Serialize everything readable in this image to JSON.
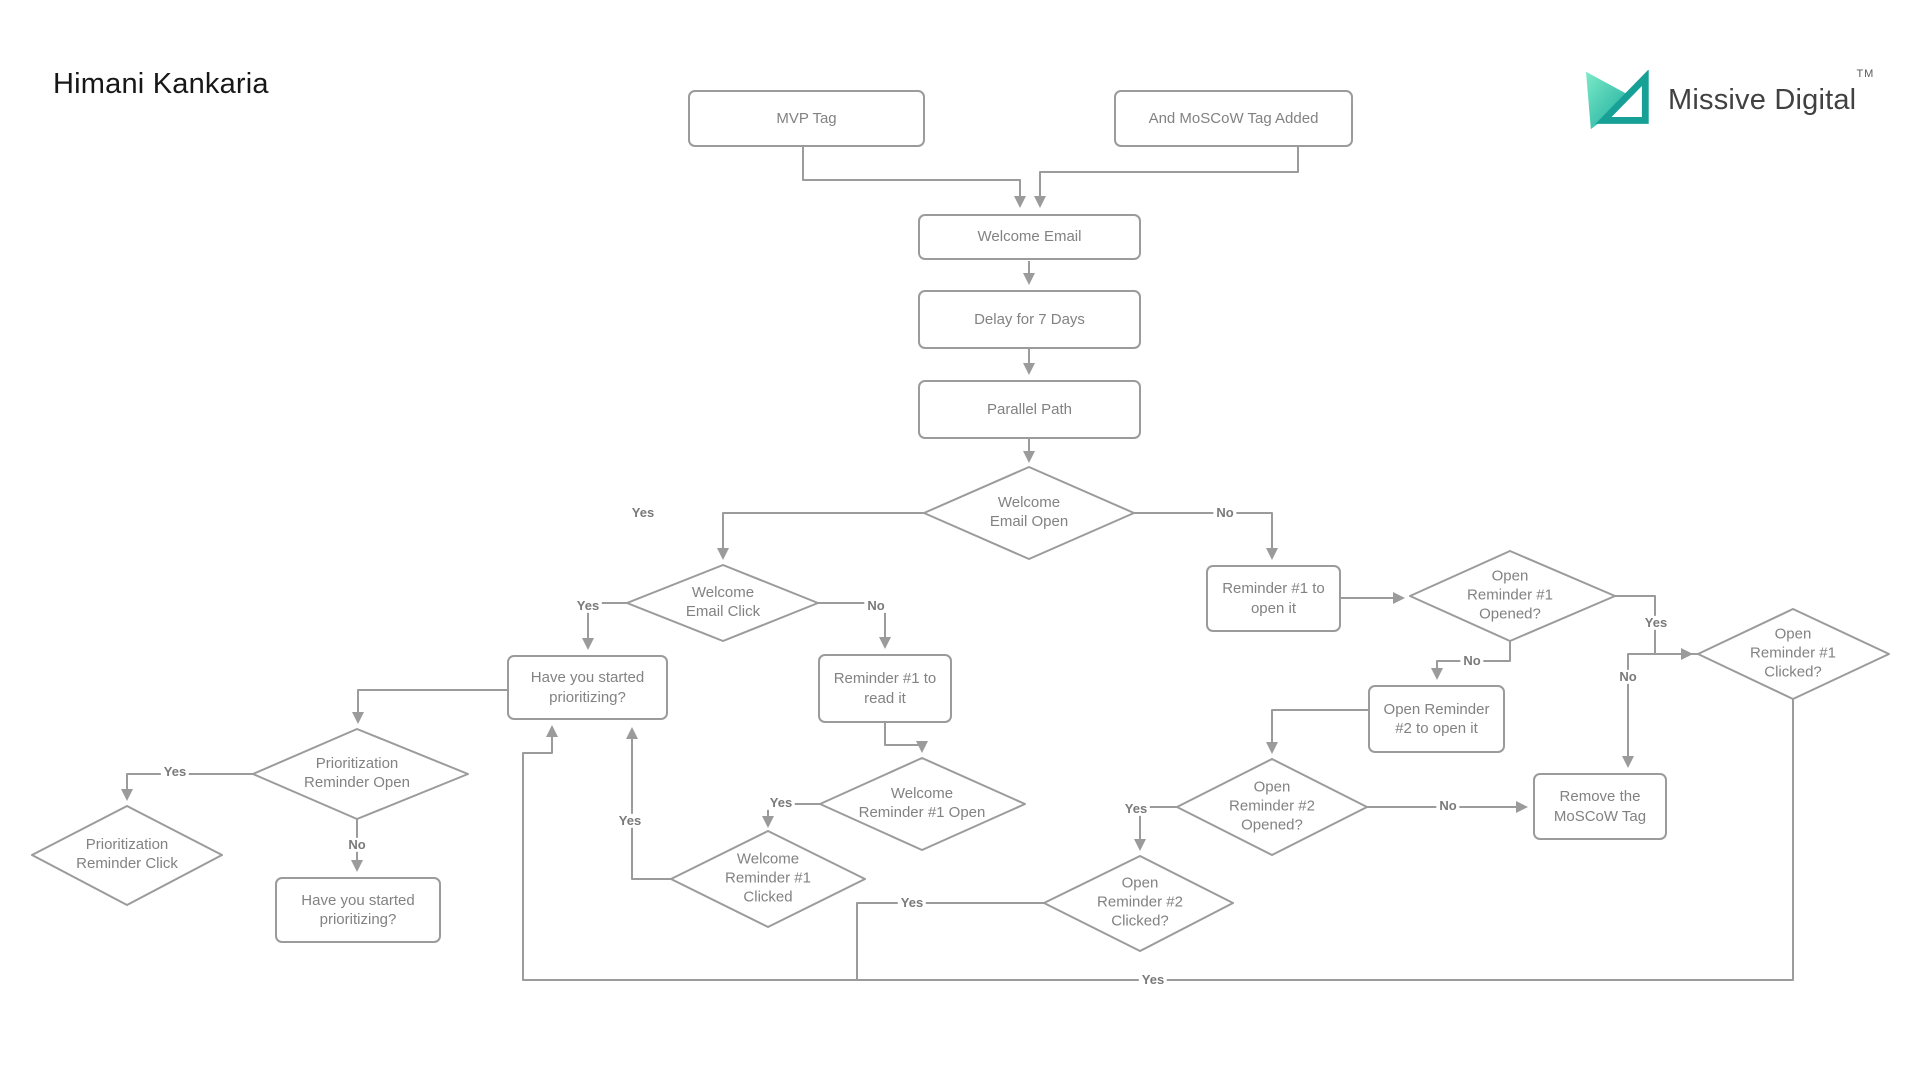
{
  "page": {
    "title": "Himani Kankaria"
  },
  "brand": {
    "name": "Missive Digital",
    "trademark": "TM",
    "colors": {
      "logo_gradient_start": "#7ceac7",
      "logo_gradient_end": "#14a79b",
      "logo_outline": "#17a095"
    }
  },
  "flowchart": {
    "line_color": "#9b9b9b",
    "nodes": {
      "mvp_tag": {
        "label": "MVP Tag"
      },
      "moscow_tag": {
        "label": "And MoSCoW Tag Added"
      },
      "welcome_email": {
        "label": "Welcome Email"
      },
      "delay_7_days": {
        "label": "Delay for 7 Days"
      },
      "parallel_path": {
        "label": "Parallel Path"
      },
      "welcome_email_open": {
        "label": "Welcome\nEmail Open"
      },
      "welcome_email_click": {
        "label": "Welcome\nEmail Click"
      },
      "have_you_started_1": {
        "label": "Have you started\nprioritizing?"
      },
      "reminder1_read": {
        "label": "Reminder #1 to\nread it"
      },
      "prioritization_reminder_open": {
        "label": "Prioritization\nReminder Open"
      },
      "prioritization_reminder_click": {
        "label": "Prioritization\nReminder Click"
      },
      "have_you_started_2": {
        "label": "Have you started\nprioritizing?"
      },
      "welcome_reminder1_open": {
        "label": "Welcome\nReminder #1 Open"
      },
      "welcome_reminder1_clicked": {
        "label": "Welcome\nReminder #1\nClicked"
      },
      "reminder1_open_box": {
        "label": "Reminder #1 to\nopen it"
      },
      "open_reminder1_opened": {
        "label": "Open\nReminder #1\nOpened?"
      },
      "open_reminder1_clicked": {
        "label": "Open\nReminder #1\nClicked?"
      },
      "open_reminder2_box": {
        "label": "Open Reminder\n#2 to open it"
      },
      "open_reminder2_opened": {
        "label": "Open\nReminder #2\nOpened?"
      },
      "open_reminder2_clicked": {
        "label": "Open\nReminder #2\nClicked?"
      },
      "remove_moscow": {
        "label": "Remove the\nMoSCoW Tag"
      }
    },
    "edge_labels": {
      "weo_yes": "Yes",
      "weo_no": "No",
      "wec_yes": "Yes",
      "wec_no": "No",
      "pro_yes": "Yes",
      "pro_no": "No",
      "wr1o_yes": "Yes",
      "wr1c_yes": "Yes",
      "or1o_no": "No",
      "or1o_yes": "Yes",
      "or1c_no": "No",
      "or2o_yes": "Yes",
      "or2o_no": "No",
      "or2c_yes": "Yes",
      "bottom_yes": "Yes"
    }
  }
}
